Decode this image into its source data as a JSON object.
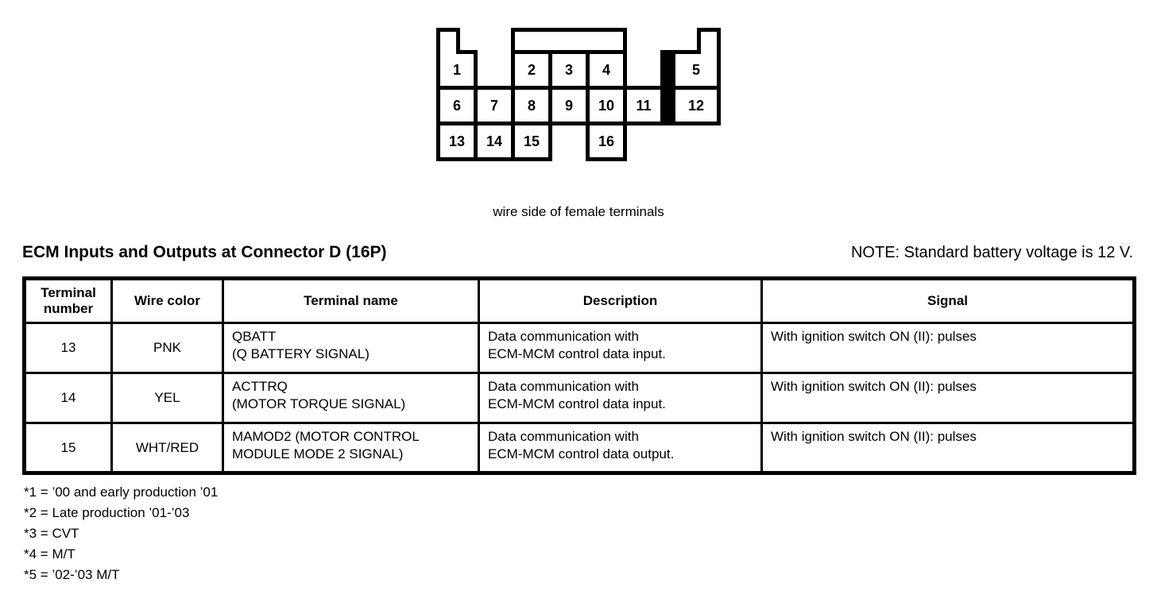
{
  "colors": {
    "ink": "#000000",
    "background": "#ffffff"
  },
  "connector": {
    "caption": "wire side of female terminals",
    "pins": [
      "1",
      "2",
      "3",
      "4",
      "5",
      "6",
      "7",
      "8",
      "9",
      "10",
      "11",
      "12",
      "13",
      "14",
      "15",
      "16"
    ]
  },
  "section": {
    "title": "ECM Inputs and Outputs at Connector D (16P)",
    "note": "NOTE: Standard battery voltage is 12 V."
  },
  "table": {
    "headers": [
      "Terminal number",
      "Wire color",
      "Terminal name",
      "Description",
      "Signal"
    ],
    "rows": [
      {
        "terminal": "13",
        "wire_color": "PNK",
        "terminal_name": [
          "QBATT",
          "(Q BATTERY SIGNAL)"
        ],
        "description": [
          "Data communication with",
          "ECM-MCM control data input."
        ],
        "signal": "With ignition switch ON (II): pulses"
      },
      {
        "terminal": "14",
        "wire_color": "YEL",
        "terminal_name": [
          "ACTTRQ",
          "(MOTOR TORQUE SIGNAL)"
        ],
        "description": [
          "Data communication with",
          "ECM-MCM control data input."
        ],
        "signal": "With ignition switch ON (II): pulses"
      },
      {
        "terminal": "15",
        "wire_color": "WHT/RED",
        "terminal_name": [
          "MAMOD2 (MOTOR CONTROL",
          "MODULE MODE 2 SIGNAL)"
        ],
        "description": [
          "Data communication with",
          "ECM-MCM control data output."
        ],
        "signal": "With ignition switch ON (II): pulses"
      }
    ]
  },
  "footnotes": [
    "*1 = ’00 and early production ’01",
    "*2 = Late production ’01-’03",
    "*3 = CVT",
    "*4 = M/T",
    "*5 = ’02-’03 M/T"
  ]
}
